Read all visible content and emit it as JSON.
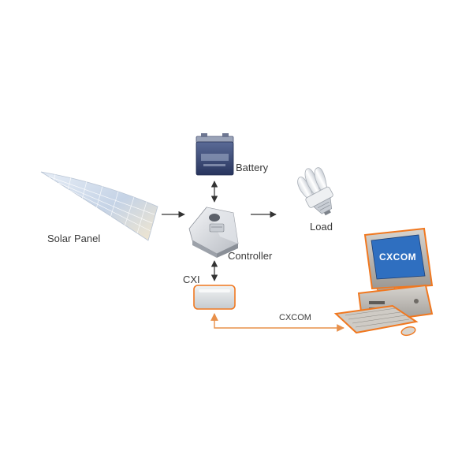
{
  "labels": {
    "solar_panel": "Solar Panel",
    "battery": "Battery",
    "load": "Load",
    "controller": "Controller",
    "cxi": "CXI",
    "link": "CXCOM",
    "computer_screen": "CXCOM"
  },
  "colors": {
    "link_line": "#e8904a",
    "computer_outline": "#f07820",
    "screen_fill": "#2f6fc0",
    "arrow": "#333333"
  },
  "icons": {
    "solar_panel": "solar-panel-icon",
    "battery": "battery-icon",
    "controller": "controller-icon",
    "load": "light-bulb-icon",
    "cxi": "cxi-module-icon",
    "computer": "computer-icon"
  }
}
